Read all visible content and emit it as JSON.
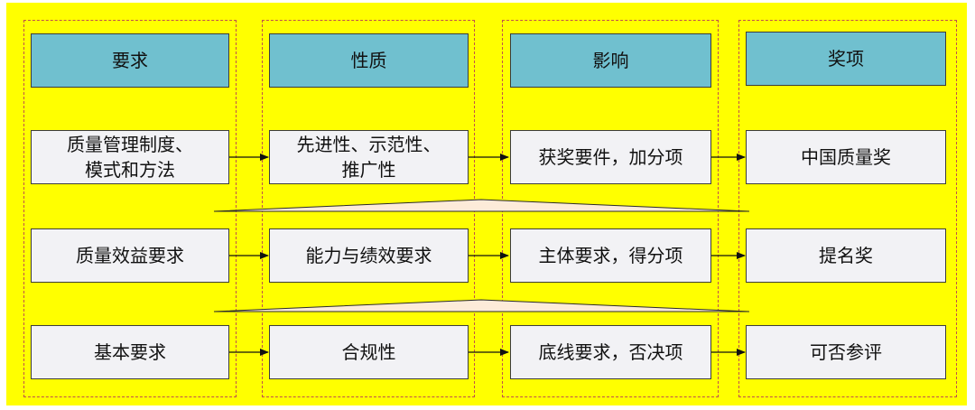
{
  "columns": [
    {
      "header": "要求",
      "rows": [
        "质量管理制度、\n模式和方法",
        "质量效益要求",
        "基本要求"
      ]
    },
    {
      "header": "性质",
      "rows": [
        "先进性、示范性、\n推广性",
        "能力与绩效要求",
        "合规性"
      ]
    },
    {
      "header": "影响",
      "rows": [
        "获奖要件，加分项",
        "主体要求，得分项",
        "底线要求，否决项"
      ]
    },
    {
      "header": "奖项",
      "rows": [
        "中国质量奖",
        "提名奖",
        "可否参评"
      ]
    }
  ],
  "colors": {
    "background": "#ffff00",
    "header_fill": "#70c0cf",
    "cell_fill": "#f2f2f5",
    "frame_dash": "#c0504d",
    "separator_fill": "#fdebd9"
  }
}
